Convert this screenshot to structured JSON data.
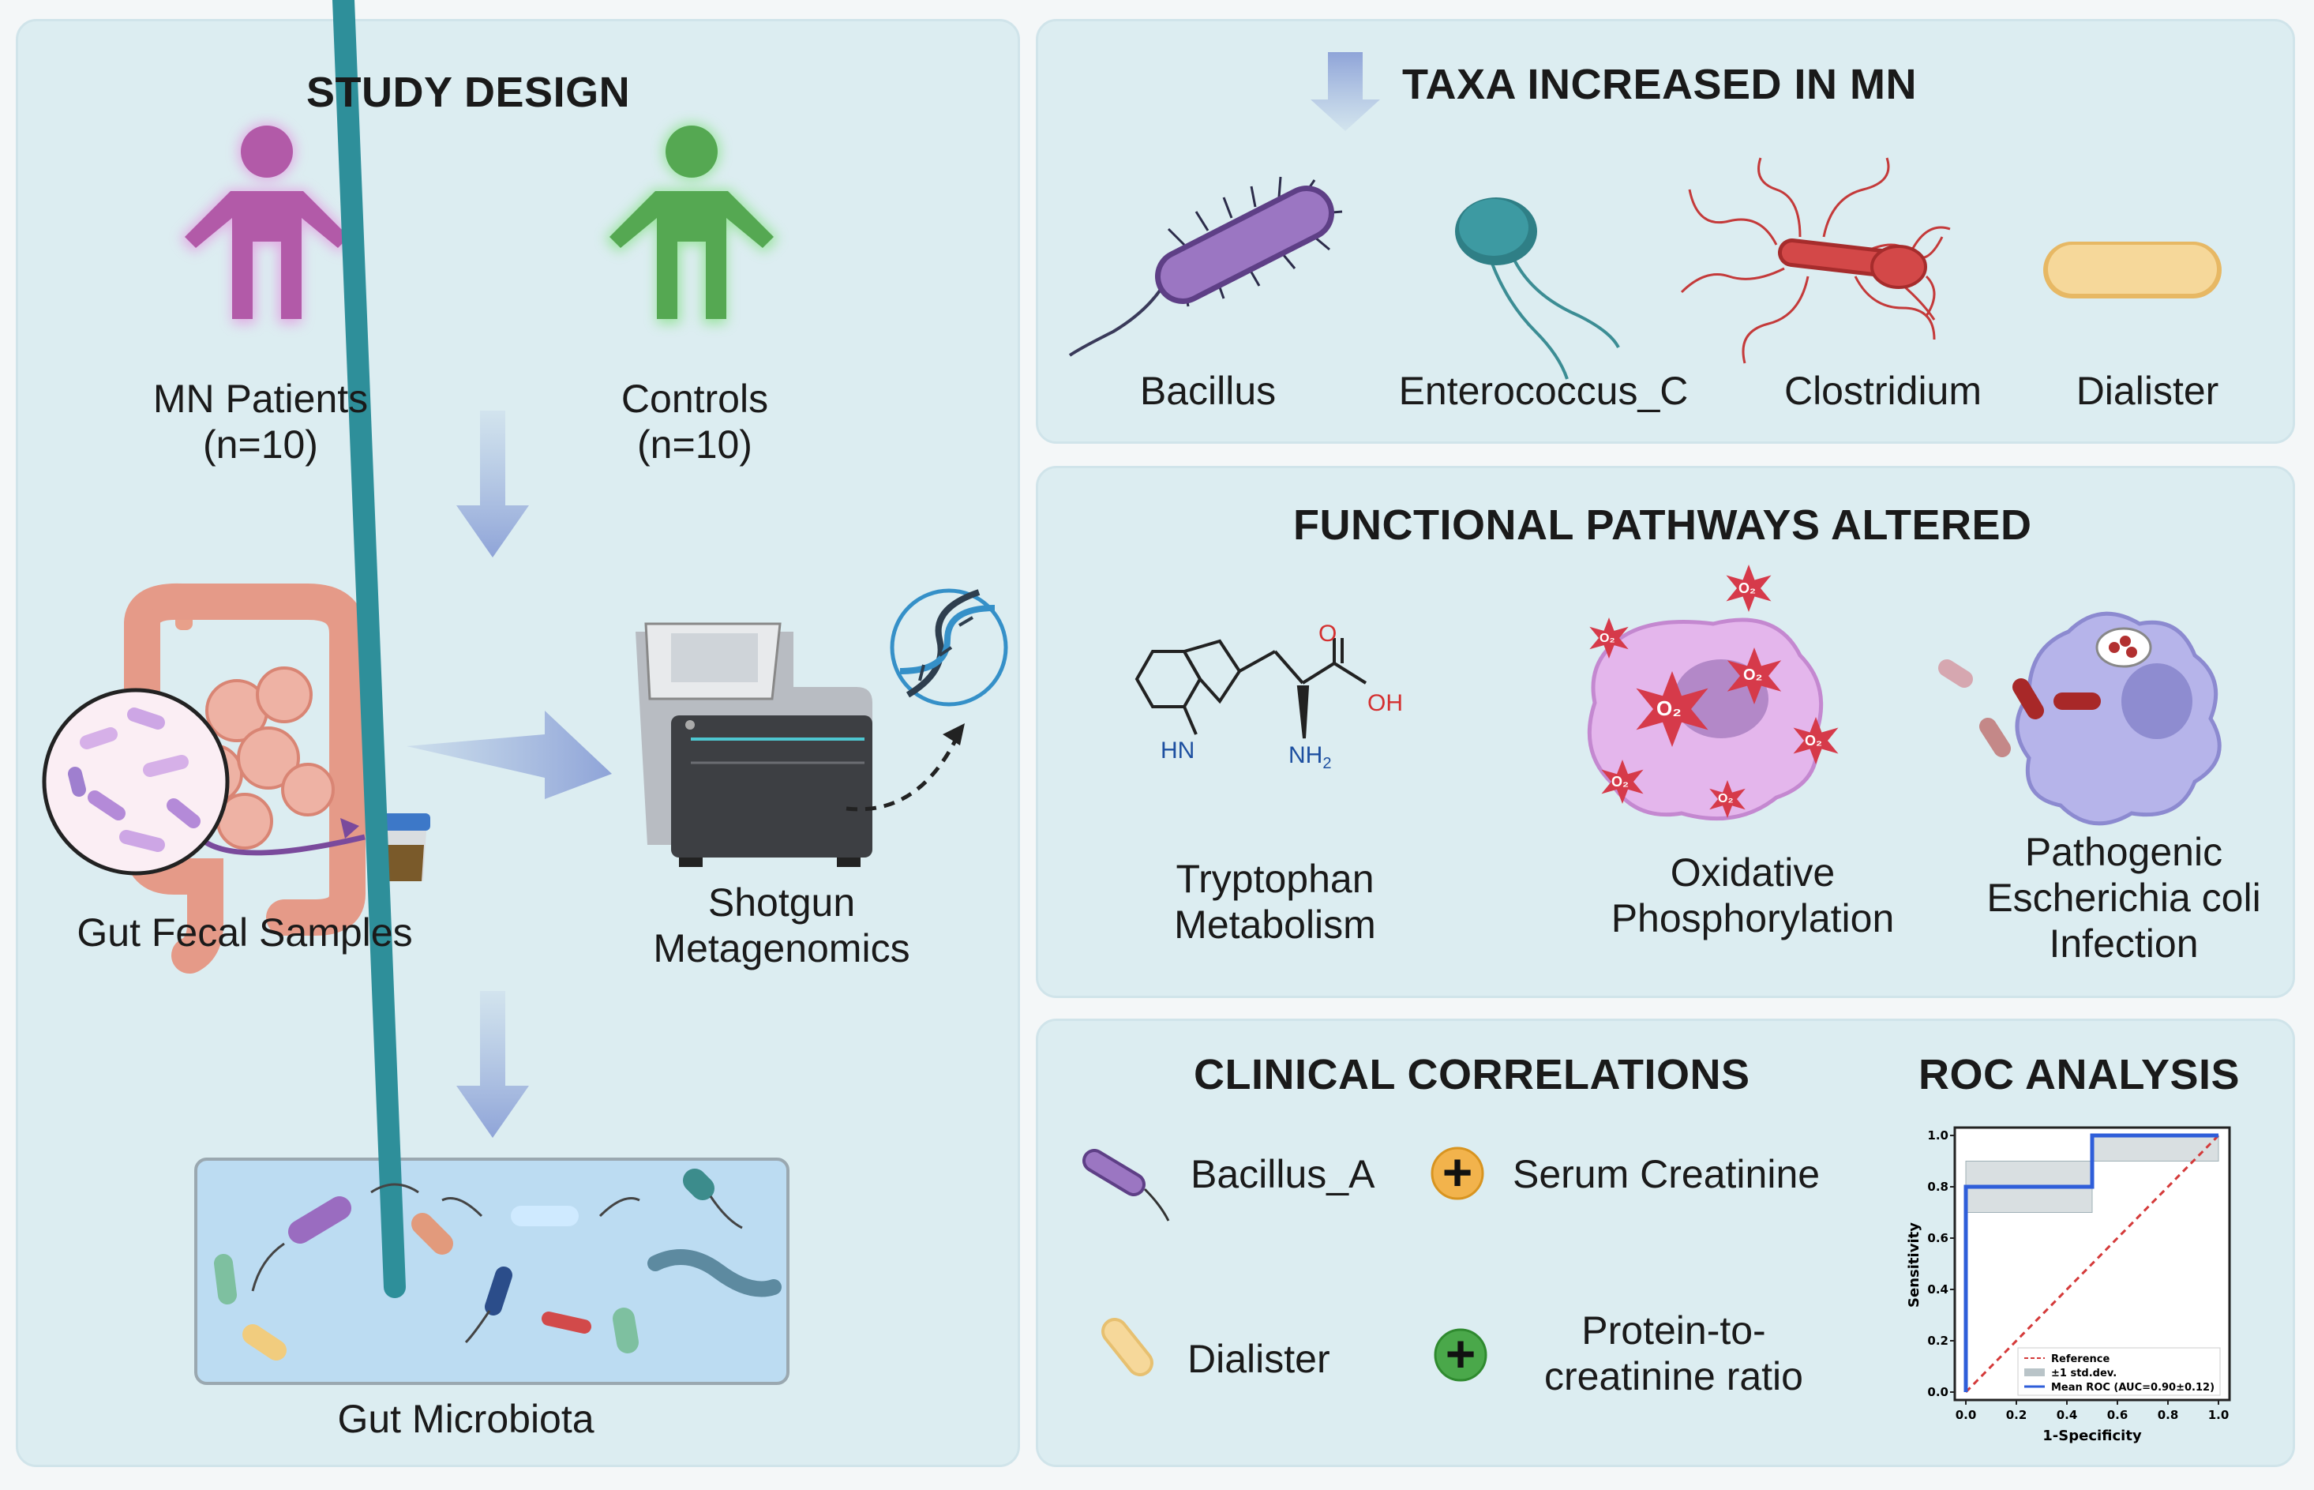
{
  "study": {
    "title": "STUDY DESIGN",
    "patients_label": "MN Patients",
    "patients_n": "(n=10)",
    "controls_label": "Controls",
    "controls_n": "(n=10)",
    "samples_label": "Gut Fecal Samples",
    "sequencing_line1": "Shotgun",
    "sequencing_line2": "Metagenomics",
    "microbiota_label": "Gut Microbiota"
  },
  "taxa": {
    "title": "TAXA INCREASED IN MN",
    "items": [
      "Bacillus",
      "Enterococcus_C",
      "Clostridium",
      "Dialister"
    ]
  },
  "pathways": {
    "title": "FUNCTIONAL PATHWAYS ALTERED",
    "trp_line1": "Tryptophan",
    "trp_line2": "Metabolism",
    "ox_line1": "Oxidative",
    "ox_line2": "Phosphorylation",
    "ecoli_line1": "Pathogenic",
    "ecoli_line2": "Escherichia coli",
    "ecoli_line3": "Infection",
    "chem": {
      "o": "O",
      "oh": "OH",
      "hn": "HN",
      "nh": "NH",
      "sub2": "2"
    },
    "o2": "O₂"
  },
  "clinical": {
    "title": "CLINICAL CORRELATIONS",
    "rows": [
      {
        "taxon": "Bacillus_A",
        "symbol": "+",
        "marker_line1": "Serum Creatinine",
        "marker_line2": ""
      },
      {
        "taxon": "Dialister",
        "symbol": "+",
        "marker_line1": "Protein-to-",
        "marker_line2": "creatinine ratio"
      }
    ]
  },
  "roc": {
    "title": "ROC ANALYSIS",
    "colors": {
      "mean": "#2f5ed9",
      "reference": "#d43a3a",
      "band": "#b9c4c8"
    }
  },
  "chart_data": {
    "type": "line",
    "xlabel": "1-Specificity",
    "ylabel": "Sensitivity",
    "xlim": [
      0,
      1
    ],
    "ylim": [
      0,
      1
    ],
    "xticks": [
      "0.0",
      "0.2",
      "0.4",
      "0.6",
      "0.8",
      "1.0"
    ],
    "yticks": [
      "0.0",
      "0.2",
      "0.4",
      "0.6",
      "0.8",
      "1.0"
    ],
    "legend_position": "bottom-right",
    "series": [
      {
        "name": "Reference",
        "style": "dashed",
        "x": [
          0,
          1
        ],
        "y": [
          0,
          1
        ]
      },
      {
        "name": "±1 std.dev.",
        "style": "band",
        "x": [
          0,
          0,
          0.5,
          0.5,
          1
        ],
        "lower": [
          0,
          0.7,
          0.7,
          0.9,
          0.9
        ],
        "upper": [
          0,
          0.9,
          0.9,
          1.0,
          1.0
        ]
      },
      {
        "name": "Mean  ROC (AUC=0.90±0.12)",
        "style": "step",
        "x": [
          0,
          0,
          0.5,
          0.5,
          1
        ],
        "y": [
          0,
          0.8,
          0.8,
          1.0,
          1.0
        ]
      }
    ]
  }
}
